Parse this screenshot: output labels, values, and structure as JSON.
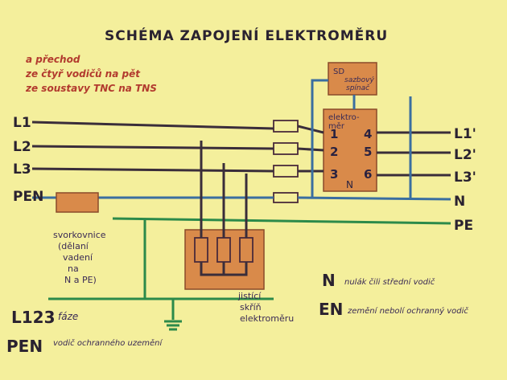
{
  "title": "SCHÉMA ZAPOJENÍ ELEKTROMĚRU",
  "subtitle_lines": [
    "a přechod",
    "ze čtyř vodičů na pět",
    "ze soustavy TNC na TNS"
  ],
  "left_labels": [
    "L1",
    "L2",
    "L3",
    "PEN"
  ],
  "right_labels": [
    "L1'",
    "L2'",
    "L3'",
    "N",
    "PE"
  ],
  "sd_box": [
    "SD",
    "sazbový",
    "spínač"
  ],
  "meter_label": [
    "elektro-",
    "měr"
  ],
  "meter_numbers": [
    "1",
    "4",
    "2",
    "5",
    "3",
    "6"
  ],
  "meter_n": "N",
  "terminal_note": [
    "svorkovnice",
    "(dělaní",
    "vadení",
    "na",
    "N a PE)"
  ],
  "breaker_box_note": [
    "jistící",
    "skříň",
    "elektroměru"
  ],
  "legend_right": [
    {
      "key": "N",
      "text": "nulák čili střední vodič"
    },
    {
      "key": "EN",
      "text": "zemění nebolí ochranný vodič"
    }
  ],
  "legend_left": [
    {
      "key": "L123",
      "text": "fáze"
    },
    {
      "key": "PEN",
      "text": "vodič ochranného uzemění"
    }
  ],
  "colors": {
    "paper": "#f4ef9c",
    "wire_dark": "#3a2d3a",
    "wire_blue": "#3a6ea0",
    "wire_green": "#2c8a4a",
    "box_orange": "#d98a4a"
  }
}
